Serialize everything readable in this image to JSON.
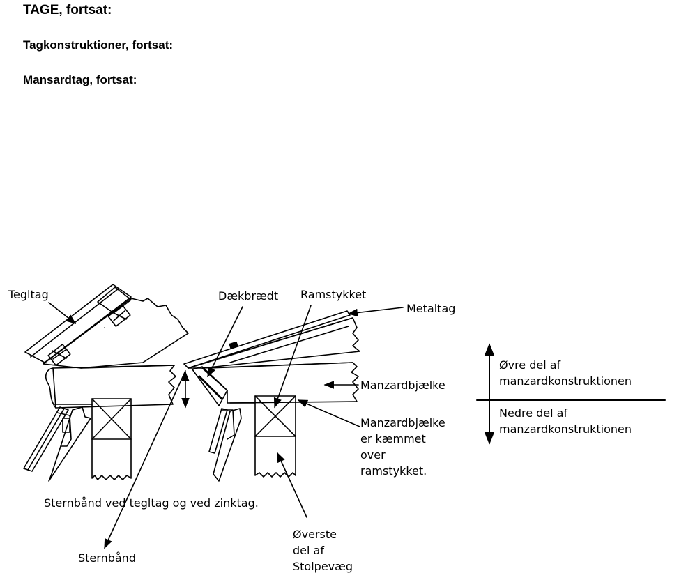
{
  "headings": {
    "h1": "TAGE, fortsat:",
    "h2": "Tagkonstruktioner, fortsat:",
    "h3": "Mansardtag, fortsat:"
  },
  "labels": {
    "tegltag": "Tegltag",
    "daekbraedt": "Dækbrædt",
    "ramstykket": "Ramstykket",
    "metaltag": "Metaltag",
    "manzardbjaelke": "Manzardbjælke",
    "kaemmet": [
      "Manzardbjælke",
      "er kæmmet",
      "over",
      "ramstykket."
    ],
    "ovre": [
      "Øvre del af",
      "manzardkonstruktionen"
    ],
    "nedre": [
      "Nedre del af",
      "manzardkonstruktionen"
    ],
    "sternbaand_both": "Sternbånd ved tegltag og ved zinktag.",
    "sternbaand": "Sternbånd",
    "overste": [
      "Øverste",
      "del af",
      "Stolpevæg"
    ]
  }
}
